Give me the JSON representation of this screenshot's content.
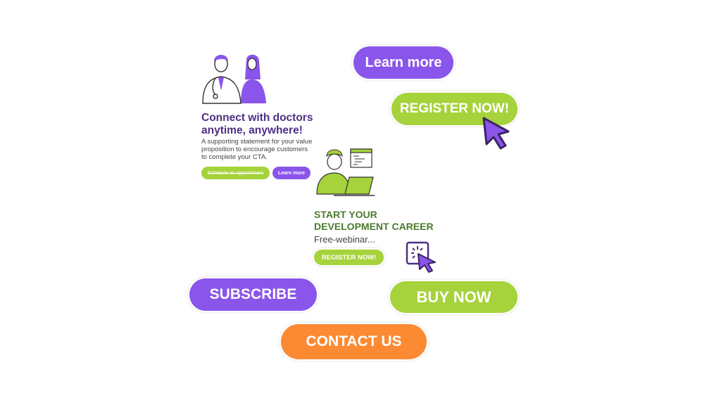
{
  "buttons": {
    "learn_more": "Learn more",
    "register_now": "REGISTER NOW!",
    "subscribe": "SUBSCRIBE",
    "buy_now": "BUY NOW",
    "contact_us": "CONTACT US"
  },
  "doctor_card": {
    "title_line1": "Connect with doctors",
    "title_line2": "anytime, anywhere!",
    "body_line1": "A supporting statement for your value",
    "body_line2": "proposition to encourage customers",
    "body_line3": "to complete your CTA.",
    "schedule_button": "Schedule an appointment",
    "learn_more_button": "Learn more"
  },
  "dev_card": {
    "title_line1": "START YOUR",
    "title_line2": "DEVELOPMENT CAREER",
    "subtitle": "Free-webinar...",
    "register_button": "REGISTER NOW!"
  },
  "colors": {
    "purple": "#8a55ea",
    "green": "#a6d23b",
    "orange": "#fb8a33",
    "dark_purple_text": "#4d2f85",
    "dark_green_text": "#4a7a2e"
  },
  "icons": [
    "doctor-patient-illustration",
    "developer-laptop-illustration",
    "cursor-arrow-icon",
    "click-cursor-icon"
  ]
}
